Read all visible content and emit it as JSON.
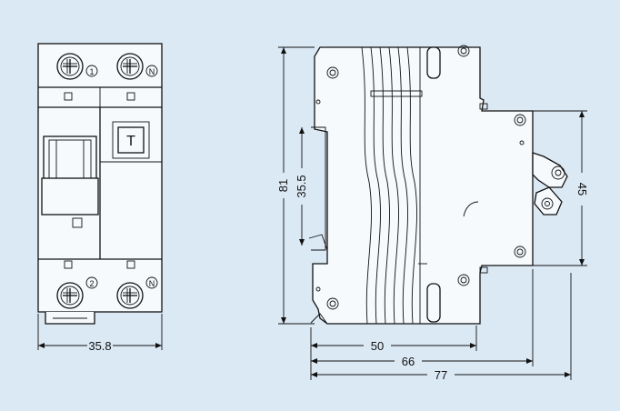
{
  "front_view": {
    "width_dim": "35.8",
    "terminal_top_left": "1",
    "terminal_top_right": "N",
    "terminal_bottom_left": "2",
    "terminal_bottom_right": "N",
    "test_button_label": "T"
  },
  "side_view": {
    "height_dim": "81",
    "rail_dim": "35.5",
    "depth_dim_1": "50",
    "depth_dim_2": "66",
    "depth_dim_3": "77",
    "mount_dim": "45"
  }
}
